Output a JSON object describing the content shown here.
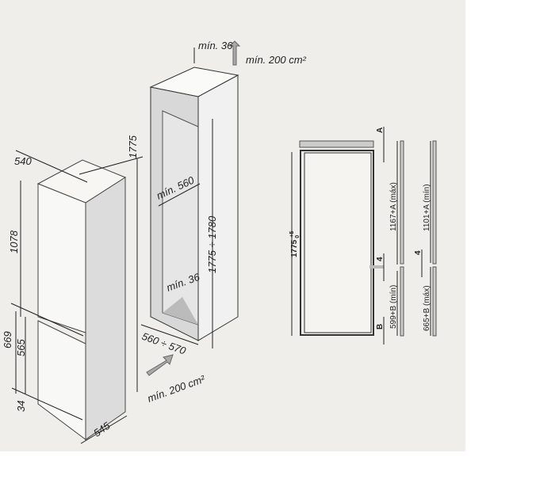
{
  "fridge_view": {
    "width": "540",
    "height_total": "1775",
    "upper_door": "1078",
    "lower_section": "669",
    "lower_door": "565",
    "plinth": "34",
    "depth": "545"
  },
  "niche_view": {
    "top_clearance": "mín. 36",
    "top_vent": "mín. 200 cm²",
    "niche_depth": "mín. 560",
    "niche_height": "1775 ÷ 1780",
    "bottom_clearance": "mín. 36",
    "niche_width": "560 ÷ 570",
    "bottom_vent": "mín. 200 cm²"
  },
  "section_view": {
    "height": "1775",
    "tolerance_plus": "+5",
    "tolerance_minus": "0",
    "label_a": "A",
    "label_b": "B",
    "gap_left": "4",
    "gap_right": "4",
    "upper_max": "1167+A (máx)",
    "lower_min": "599+B (mín)",
    "upper_min": "1101+A (mín)",
    "lower_max": "665+B (máx)"
  }
}
